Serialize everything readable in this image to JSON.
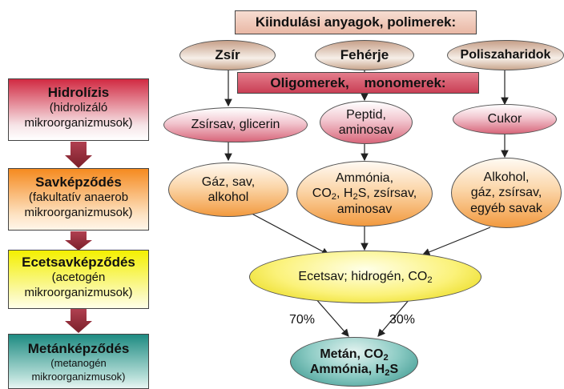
{
  "title": "Kiindulási anyagok, polimerek:",
  "oligomers": "Oligomerek,    monomerek:",
  "polymers": [
    "Zsír",
    "Fehérje",
    "Poliszaharidok"
  ],
  "stages": [
    {
      "name": "Hidrolízis",
      "desc1": "(hidrolizáló",
      "desc2": "mikroorganizmusok)"
    },
    {
      "name": "Savképződés",
      "desc1": "(fakultatív anaerob",
      "desc2": "mikroorganizmusok)"
    },
    {
      "name": "Ecetsavképződés",
      "desc1": "(acetogén",
      "desc2": "mikroorganizmusok)"
    },
    {
      "name": "Metánképződés",
      "desc1": "(metanogén",
      "desc2": "mikroorganizmusok)"
    }
  ],
  "monomers": {
    "fat": "Zsírsav, glicerin",
    "protein1": "Peptid,",
    "protein2": "aminosav",
    "sugar": "Cukor"
  },
  "acids": {
    "left1": "Gáz, sav,",
    "left2": "alkohol",
    "mid1": "Ammónia,",
    "mid2_a": "CO",
    "mid2_b": "2",
    "mid2_c": ", H",
    "mid2_d": "2",
    "mid2_e": "S, zsírsav,",
    "mid3": "aminosav",
    "right1": "Alkohol,",
    "right2": "gáz, zsírsav,",
    "right3": "egyéb savak"
  },
  "acetate": {
    "a": "Ecetsav; hidrogén, CO",
    "b": "2"
  },
  "pct_left": "70%",
  "pct_right": "30%",
  "methane": {
    "l1a": "Metán, CO",
    "l1b": "2",
    "l2a": "Ammónia, H",
    "l2b": "2",
    "l2c": "S"
  }
}
